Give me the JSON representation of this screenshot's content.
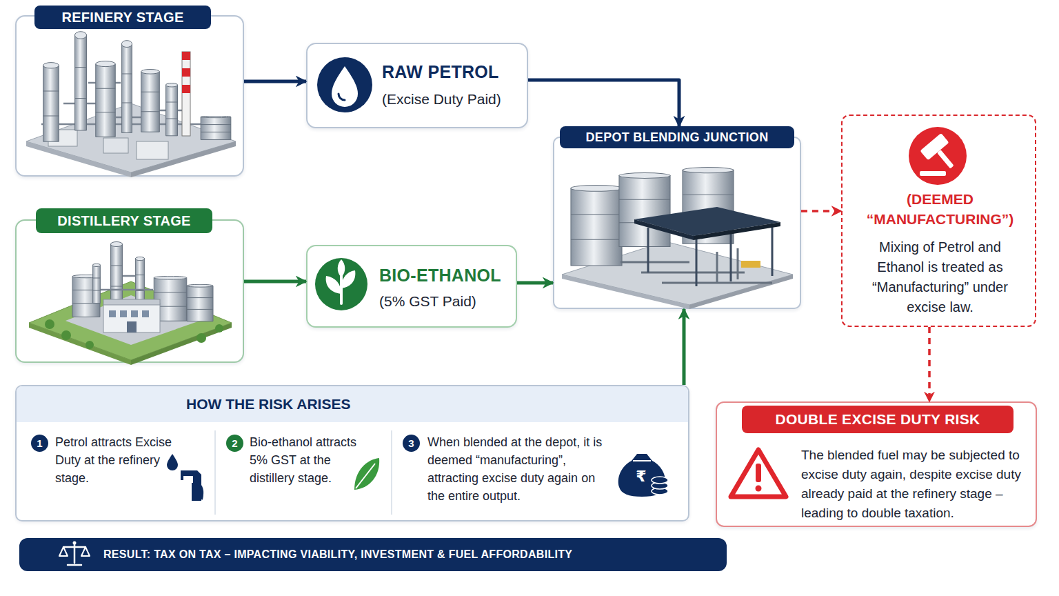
{
  "diagram": {
    "nodes": [
      {
        "text": [
          "REFINERY STAGE"
        ]
      },
      {
        "text": [
          "RAW PETROL",
          "(Excise Duty Paid)"
        ]
      },
      {
        "text": [
          "DISTILLERY STAGE"
        ]
      },
      {
        "text": [
          "BIO-ETHANOL",
          "(5% GST Paid)"
        ]
      },
      {
        "text": [
          "DEPOT BLENDING JUNCTION"
        ]
      },
      {
        "text": [
          "(DEEMED “MANUFACTURING”)",
          "Mixing of Petrol and Ethanol is treated as “Manufacturing” under excise law."
        ]
      },
      {
        "text": [
          "HOW THE RISK ARISES"
        ]
      },
      {
        "text": [
          "1",
          "Petrol attracts Excise Duty at the refinery stage."
        ],
        "in": 6
      },
      {
        "text": [
          "2",
          "Bio-ethanol attracts 5% GST at the distillery stage."
        ],
        "in": 6
      },
      {
        "text": [
          "3",
          "When blended at the depot, it is deemed “manufacturing”, attracting excise duty again on the entire output."
        ],
        "in": 6
      },
      {
        "text": [
          "DOUBLE EXCISE DUTY RISK",
          "The blended fuel may be subjected to excise duty again, despite excise duty already paid at the refinery stage – leading to double taxation."
        ]
      },
      {
        "text": [
          "RESULT: TAX ON TAX – IMPACTING VIABILITY, INVESTMENT & FUEL AFFORDABILITY"
        ]
      }
    ],
    "edges": [
      {
        "from": 0,
        "to": 1,
        "arrow": "to"
      },
      {
        "from": 1,
        "to": 4,
        "arrow": "to"
      },
      {
        "from": 2,
        "to": 3,
        "arrow": "to"
      },
      {
        "from": 3,
        "to": 4,
        "arrow": "to"
      },
      {
        "from": 4,
        "to": 5,
        "arrow": "to"
      },
      {
        "from": 5,
        "to": 10,
        "arrow": "to"
      },
      {
        "from": 6,
        "to": 4,
        "arrow": "to"
      }
    ],
    "labels": [
      "₹"
    ]
  }
}
